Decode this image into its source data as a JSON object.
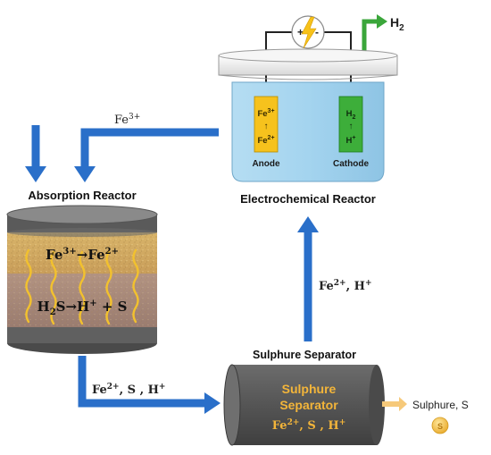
{
  "electrochemical_reactor": {
    "label": "Electrochemical Reactor",
    "power_source": {
      "plus": "+",
      "minus": "-",
      "icon": "lightning-bolt-icon"
    },
    "hydrogen_output": {
      "base": "H",
      "subscript": "2"
    },
    "anode": {
      "label": "Anode",
      "top_ion": {
        "base": "Fe",
        "sup": "3+"
      },
      "arrow": "↑",
      "bottom_ion": {
        "base": "Fe",
        "sup": "2+"
      }
    },
    "cathode": {
      "label": "Cathode",
      "top": {
        "base": "H",
        "sub": "2"
      },
      "arrow": "↑",
      "bottom": {
        "base": "H",
        "sup": "+"
      }
    }
  },
  "flows": {
    "to_absorption": {
      "base": "Fe",
      "sup": "3+"
    },
    "to_electrochemical": {
      "text1": "Fe",
      "sup1": "2+",
      "text2": ", H",
      "sup2": "+"
    },
    "to_separator": {
      "text1": "Fe",
      "sup1": "2+",
      "text2": ", S , H",
      "sup2": "+"
    }
  },
  "absorption_reactor": {
    "label": "Absorption Reactor",
    "reaction_top": {
      "t1": "Fe",
      "s1": "3+",
      "t2": "→Fe",
      "s2": "2+"
    },
    "reaction_bottom": {
      "t1": "H",
      "sub1": "2",
      "t2": "S→H",
      "s2": "+",
      "t3": " + S"
    }
  },
  "sulphure_separator": {
    "label": "Sulphure Separator",
    "inner_line1": "Sulphure",
    "inner_line2": "Separator",
    "inner_species": {
      "t1": "Fe",
      "s1": "2+",
      "t2": ", S , H",
      "s2": "+"
    }
  },
  "product": {
    "label": "Sulphure, S",
    "coin_symbol": "S"
  },
  "colors": {
    "flow_arrow": "#2a6fc9",
    "anode": "#f5c518",
    "cathode": "#3dae3a",
    "electrolyte": "#a9d8f0",
    "cylinder": "#5c5c5c",
    "separator_text": "#f3b53a",
    "product_arrow": "#f6c97a"
  }
}
